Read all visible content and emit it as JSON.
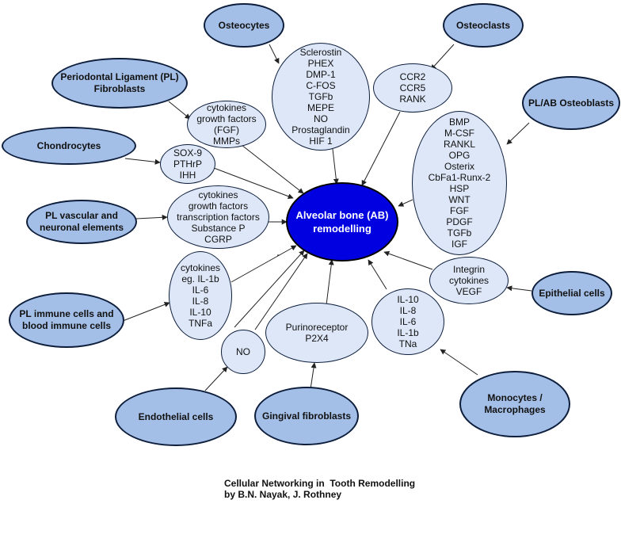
{
  "center": "Alveolar bone  (AB)\nremodelling",
  "cells": {
    "osteocytes": "Osteocytes",
    "osteoclasts": "Osteoclasts",
    "pl_fibroblasts": "Periodontal Ligament (PL)\nFibroblasts",
    "pl_ab_osteoblasts": "PL/AB Osteoblasts",
    "chondrocytes": "Chondrocytes",
    "pl_vascular": "PL vascular and\nneuronal elements",
    "pl_immune": "PL immune cells and\nblood immune cells",
    "epithelial": "Epithelial cells",
    "endothelial": "Endothelial cells",
    "gingival": "Gingival fibroblasts",
    "monocytes": "Monocytes /\nMacrophages"
  },
  "mediators": {
    "osteocyte_factors": "Sclerostin\nPHEX\nDMP-1\nC-FOS\nTGFb\nMEPE\nNO\nProstaglandin\nHIF 1",
    "osteoclast_factors": "CCR2\nCCR5\nRANK",
    "fibroblast_factors": "cytokines\ngrowth factors\n(FGF)\nMMPs",
    "chondrocyte_factors": "SOX-9\nPTHrP\nIHH",
    "vascular_factors": "cytokines\ngrowth factors\ntranscription factors\nSubstance P\nCGRP",
    "osteoblast_factors": "BMP\nM-CSF\nRANKL\nOPG\nOsterix\nCbFa1-Runx-2\nHSP\nWNT\nFGF\nPDGF\nTGFb\nIGF",
    "immune_factors": "cytokines\neg. IL-1b\nIL-6\nIL-8\nIL-10\nTNFa",
    "endothelial_factors": "NO",
    "gingival_factors": "Purinoreceptor\nP2X4",
    "monocyte_factors": "IL-10\nIL-8\nIL-6\nIL-1b\nTNa",
    "epithelial_factors": "Integrin\ncytokines\nVEGF"
  },
  "caption": {
    "line1": "Cellular Networking in  Tooth Remodelling",
    "line2": "by B.N. Nayak, J. Rothney"
  },
  "colors": {
    "cell_fill": "#a4bfe7",
    "mediator_fill": "#dde7f7",
    "center_fill": "#0000e0",
    "outline": "#0d1e3c"
  }
}
